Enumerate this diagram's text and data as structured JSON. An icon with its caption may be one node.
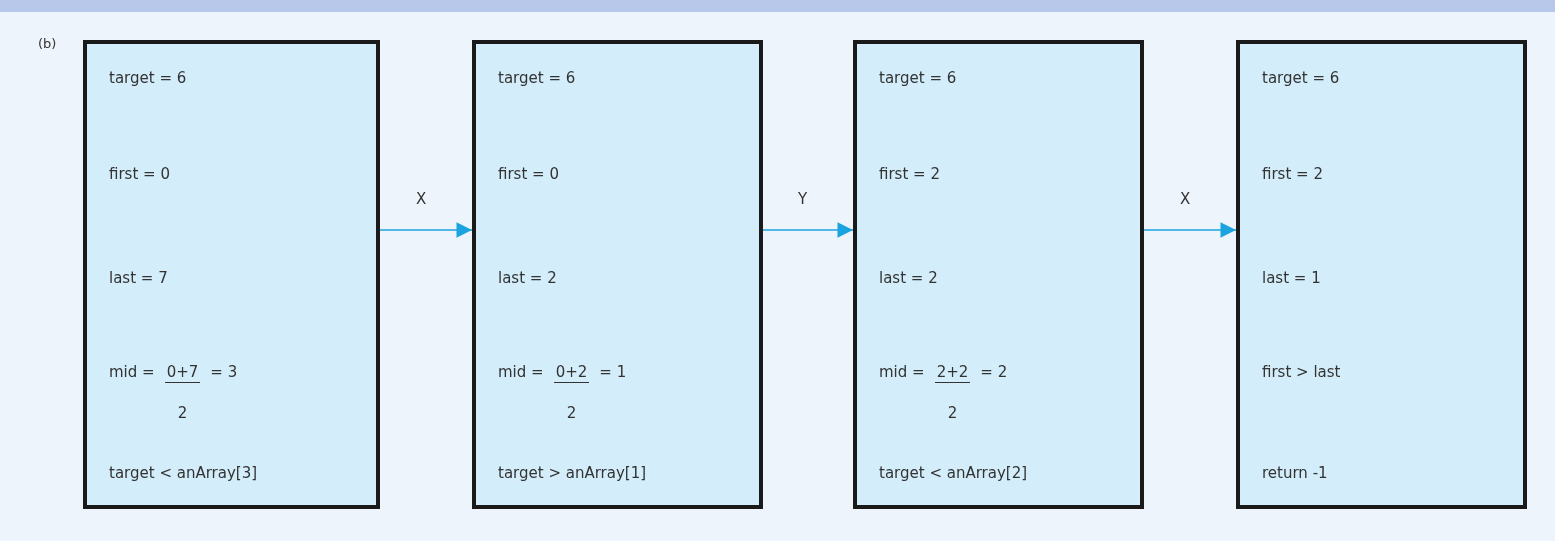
{
  "diagram": {
    "nodes": [
      {
        "text": [
          "target = 6",
          "first = 0",
          "last = 7",
          "mid =",
          "0+7",
          "2",
          "= 3",
          "target < anArray[3]"
        ]
      },
      {
        "text": [
          "target = 6",
          "first = 0",
          "last = 2",
          "mid =",
          "0+2",
          "2",
          "= 1",
          "target > anArray[1]"
        ]
      },
      {
        "text": [
          "target = 6",
          "first = 2",
          "last = 2",
          "mid =",
          "2+2",
          "2",
          "= 2",
          "target < anArray[2]"
        ]
      },
      {
        "text": [
          "target = 6",
          "first = 2",
          "last = 1",
          "first > last",
          "return -1"
        ]
      }
    ],
    "edges": [
      {
        "from": 0,
        "to": 1,
        "arrow": "to",
        "label": "X"
      },
      {
        "from": 1,
        "to": 2,
        "arrow": "to",
        "label": "Y"
      },
      {
        "from": 2,
        "to": 3,
        "arrow": "to",
        "label": "X"
      }
    ],
    "labels": [
      "(b)"
    ]
  }
}
